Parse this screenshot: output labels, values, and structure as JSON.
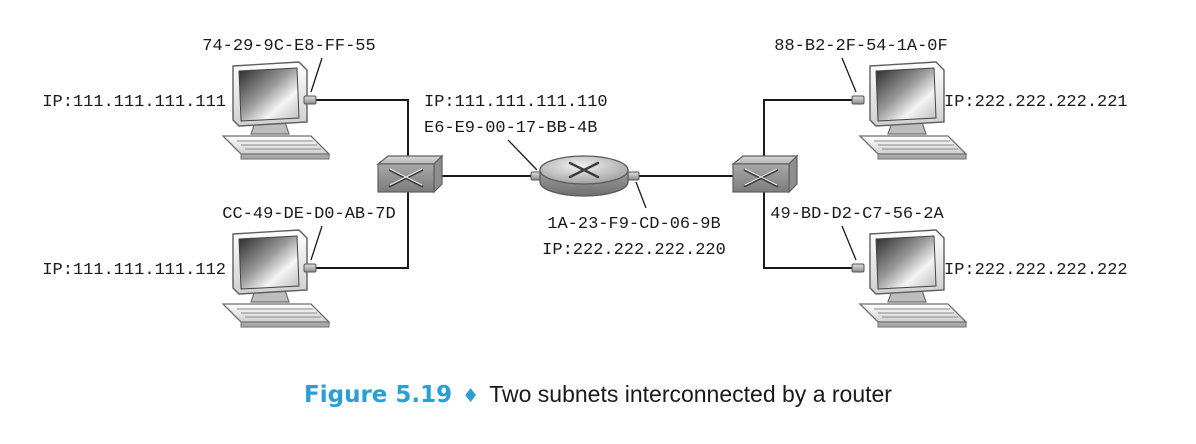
{
  "caption": {
    "number": "Figure 5.19",
    "separator": "♦",
    "text": "Two subnets interconnected by a router"
  },
  "hosts": {
    "host_a": {
      "ip": "IP:111.111.111.111",
      "mac": "74-29-9C-E8-FF-55"
    },
    "host_b": {
      "ip": "IP:111.111.111.112",
      "mac": "CC-49-DE-D0-AB-7D"
    },
    "host_c": {
      "ip": "IP:222.222.222.221",
      "mac": "88-B2-2F-54-1A-0F"
    },
    "host_d": {
      "ip": "IP:222.222.222.222",
      "mac": "49-BD-D2-C7-56-2A"
    }
  },
  "router": {
    "left_interface": {
      "ip": "IP:111.111.111.110",
      "mac": "E6-E9-00-17-BB-4B"
    },
    "right_interface": {
      "mac": "1A-23-F9-CD-06-9B",
      "ip": "IP:222.222.222.220"
    }
  },
  "colors": {
    "accent": "#2a9fd6",
    "line": "#1a1a1a"
  }
}
